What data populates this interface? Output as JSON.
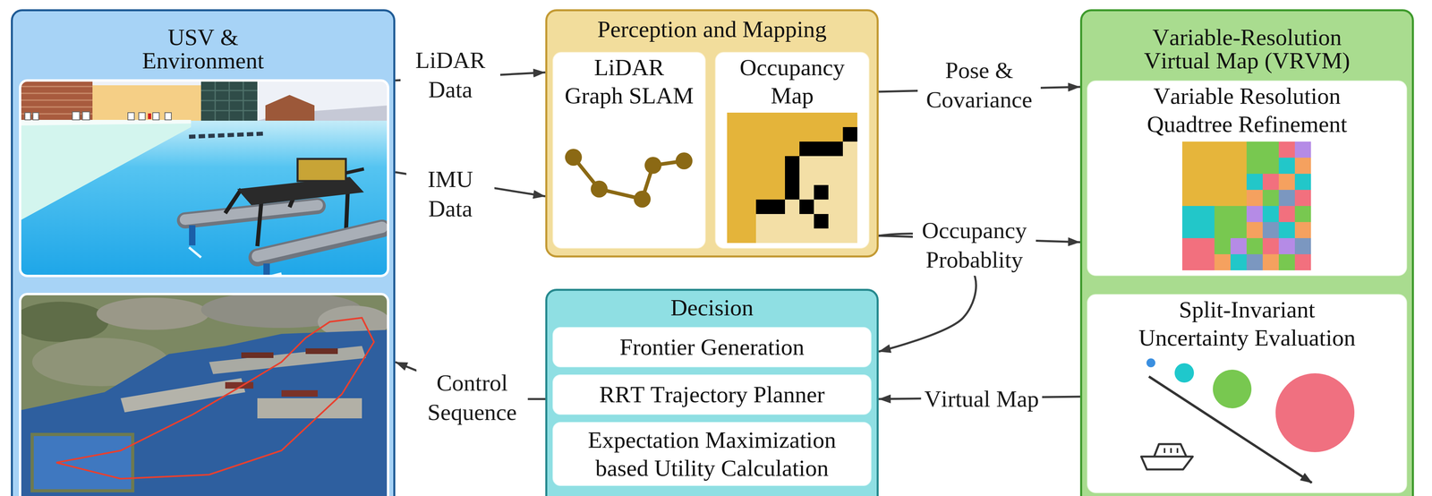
{
  "diagram": {
    "nodes": [
      {
        "text": [
          "USV & Environment"
        ]
      },
      {
        "text": [
          "Perception and Mapping"
        ]
      },
      {
        "text": [
          "LiDAR Graph SLAM"
        ],
        "in": 1
      },
      {
        "text": [
          "Occupancy Map"
        ],
        "in": 1
      },
      {
        "text": [
          "Variable-Resolution Virtual Map (VRVM)"
        ]
      },
      {
        "text": [
          "Variable Resolution Quadtree Refinement"
        ],
        "in": 4
      },
      {
        "text": [
          "Split-Invariant Uncertainty Evaluation"
        ],
        "in": 4
      },
      {
        "text": [
          "Decision"
        ]
      },
      {
        "text": [
          "Frontier Generation"
        ],
        "in": 7
      },
      {
        "text": [
          "RRT Trajectory Planner"
        ],
        "in": 7
      },
      {
        "text": [
          "Expectation Maximization based Utility Calculation"
        ],
        "in": 7
      }
    ],
    "edges": [
      {
        "from": 0,
        "to": 1,
        "label": "LiDAR Data",
        "arrow": "to"
      },
      {
        "from": 0,
        "to": 1,
        "label": "IMU Data",
        "arrow": "to"
      },
      {
        "from": 1,
        "to": 4,
        "label": "Pose & Covariance",
        "arrow": "to"
      },
      {
        "from": 1,
        "to": 4,
        "label": "Occupancy Probablity",
        "arrow": "to"
      },
      {
        "from": 1,
        "to": 7,
        "arrow": "to"
      },
      {
        "from": 4,
        "to": 7,
        "label": "Virtual Map",
        "arrow": "to"
      },
      {
        "from": 7,
        "to": 0,
        "label": "Control Sequence",
        "arrow": "to"
      }
    ]
  }
}
